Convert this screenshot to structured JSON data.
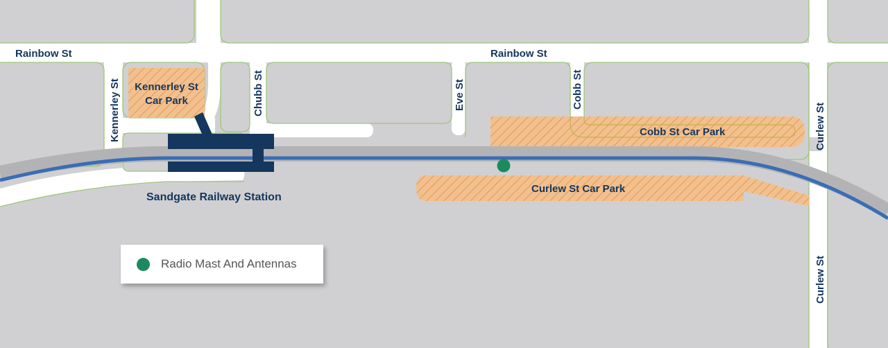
{
  "map": {
    "title": "Sandgate Railway Station",
    "colors": {
      "block": "#d0d0d2",
      "road": "#ffffff",
      "road_edge": "#9cc77a",
      "rail_bed": "#b3b3b6",
      "rail_line": "#3a6db5",
      "station": "#15365d",
      "car_park_fill": "#f2c08e",
      "car_park_hatch": "#e6a05a",
      "label": "#15365d",
      "mast": "#1d8a5e"
    },
    "streets": [
      {
        "id": "rainbow-west",
        "label": "Rainbow St"
      },
      {
        "id": "rainbow-east",
        "label": "Rainbow St"
      },
      {
        "id": "kennerley",
        "label": "Kennerley St"
      },
      {
        "id": "chubb",
        "label": "Chubb St"
      },
      {
        "id": "eve",
        "label": "Eve St"
      },
      {
        "id": "cobb",
        "label": "Cobb St"
      },
      {
        "id": "curlew-north",
        "label": "Curlew St"
      },
      {
        "id": "curlew-south",
        "label": "Curlew St"
      }
    ],
    "car_parks": [
      {
        "id": "kennerley",
        "label_line1": "Kennerley St",
        "label_line2": "Car Park"
      },
      {
        "id": "cobb",
        "label": "Cobb St Car Park"
      },
      {
        "id": "curlew",
        "label": "Curlew St Car Park"
      }
    ],
    "station": {
      "label": "Sandgate Railway Station"
    },
    "legend": {
      "items": [
        {
          "icon": "green-dot",
          "label": "Radio Mast And Antennas"
        }
      ]
    }
  }
}
